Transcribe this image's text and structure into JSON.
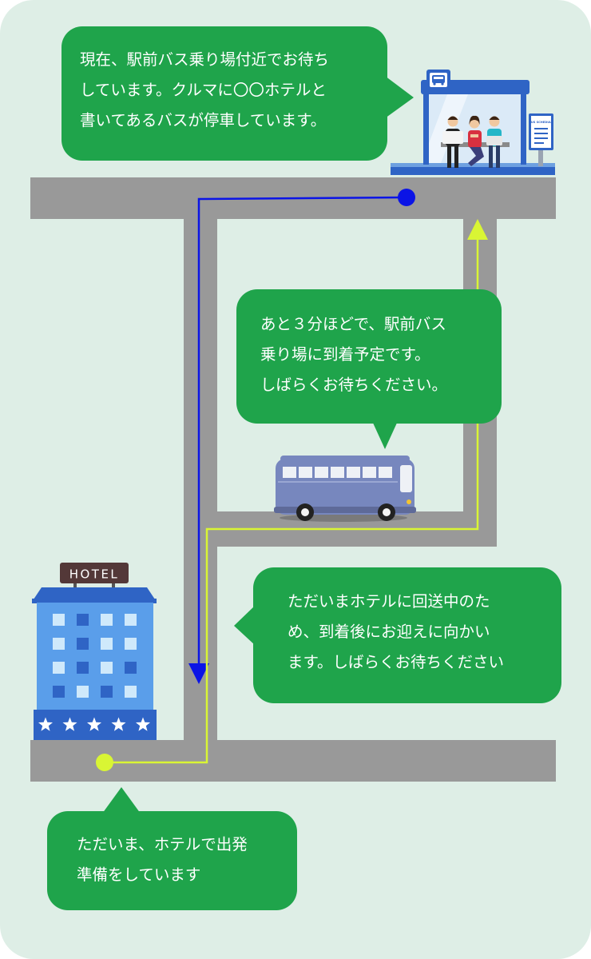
{
  "colors": {
    "panel_bg": "#deeee6",
    "road": "#999999",
    "bubble": "#1fa44b",
    "route_pickup": "#0b14e6",
    "route_bus": "#d9f534",
    "bus_body": "#7787be",
    "hotel_body": "#5a9eea",
    "hotel_roof": "#2f64c5",
    "shelter_roof": "#2f64c5"
  },
  "bubbles": {
    "waiting": {
      "lines": [
        "現在、駅前バス乗り場付近でお待ち",
        "しています。クルマに〇〇ホテルと",
        "書いてあるバスが停車しています。"
      ]
    },
    "arriving": {
      "lines": [
        "あと３分ほどで、駅前バス",
        "乗り場に到着予定です。",
        "しばらくお待ちください。"
      ]
    },
    "returning": {
      "lines": [
        "ただいまホテルに回送中のた",
        "め、到着後にお迎えに向かい",
        "ます。しばらくお待ちください"
      ]
    },
    "departing": {
      "lines": [
        "ただいま、ホテルで出発",
        "準備をしています"
      ]
    }
  },
  "hotel": {
    "sign": "HOTEL",
    "stars": 5
  },
  "bus_stop": {
    "sign": "BUS SCHEDULE"
  }
}
